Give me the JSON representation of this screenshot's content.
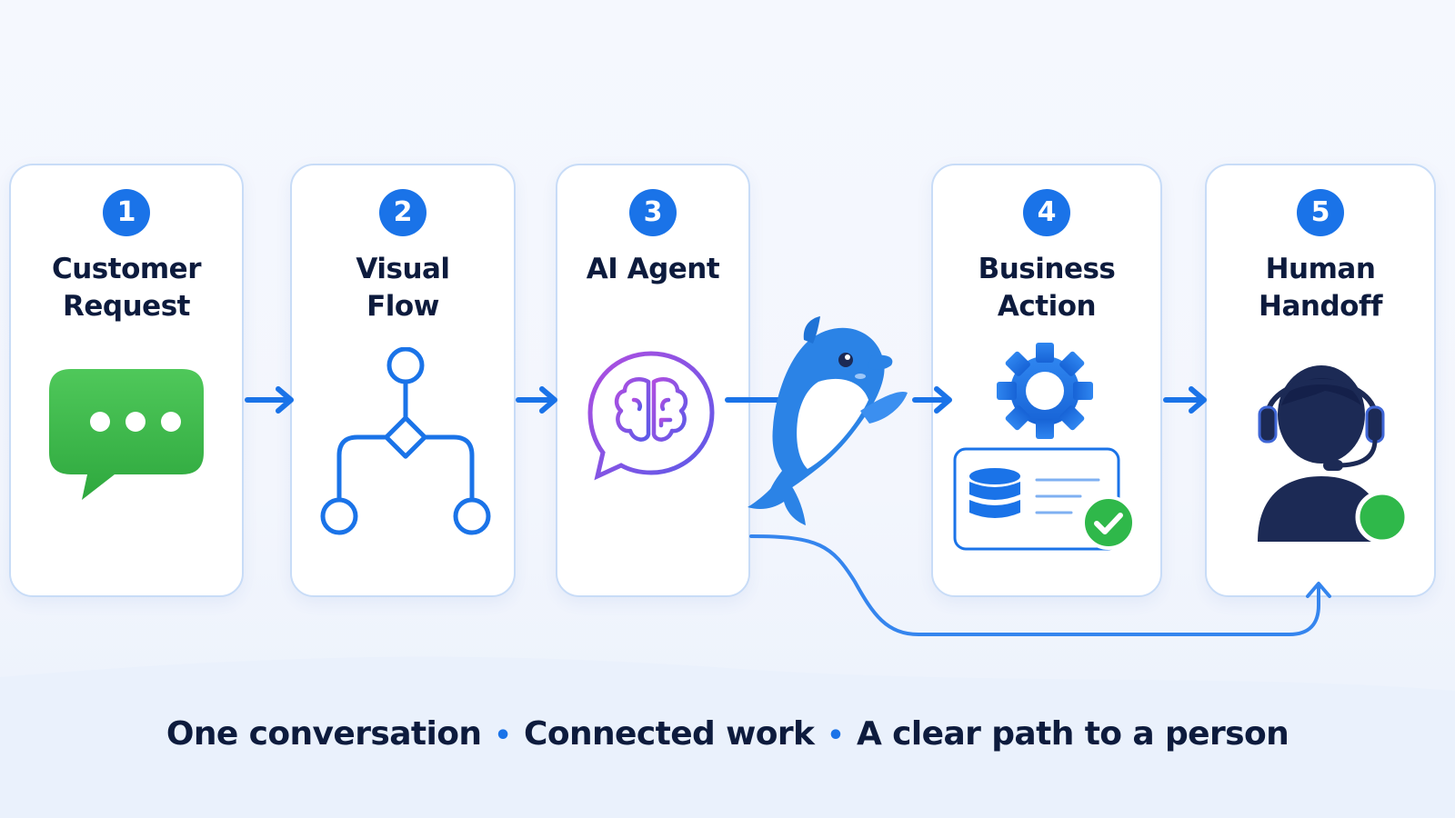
{
  "steps": [
    {
      "number": "1",
      "title_line1": "Customer",
      "title_line2": "Request",
      "icon": "chat-bubble-icon"
    },
    {
      "number": "2",
      "title_line1": "Visual",
      "title_line2": "Flow",
      "icon": "flowchart-icon"
    },
    {
      "number": "3",
      "title_line1": "AI Agent",
      "title_line2": "",
      "icon": "brain-chat-icon"
    },
    {
      "number": "4",
      "title_line1": "Business",
      "title_line2": "Action",
      "icon": "gear-database-check-icon"
    },
    {
      "number": "5",
      "title_line1": "Human",
      "title_line2": "Handoff",
      "icon": "agent-headset-icon"
    }
  ],
  "mascot": "dolphin-mascot",
  "tagline": {
    "part1": "One conversation",
    "part2": "Connected work",
    "part3": "A clear path to a person",
    "separator": "•"
  },
  "colors": {
    "accent": "#1a73e8",
    "chat_green": "#3bb54a",
    "brain_purple": "#8a4fe0",
    "status_green": "#2fb84a",
    "text_dark": "#0d1b3d"
  }
}
